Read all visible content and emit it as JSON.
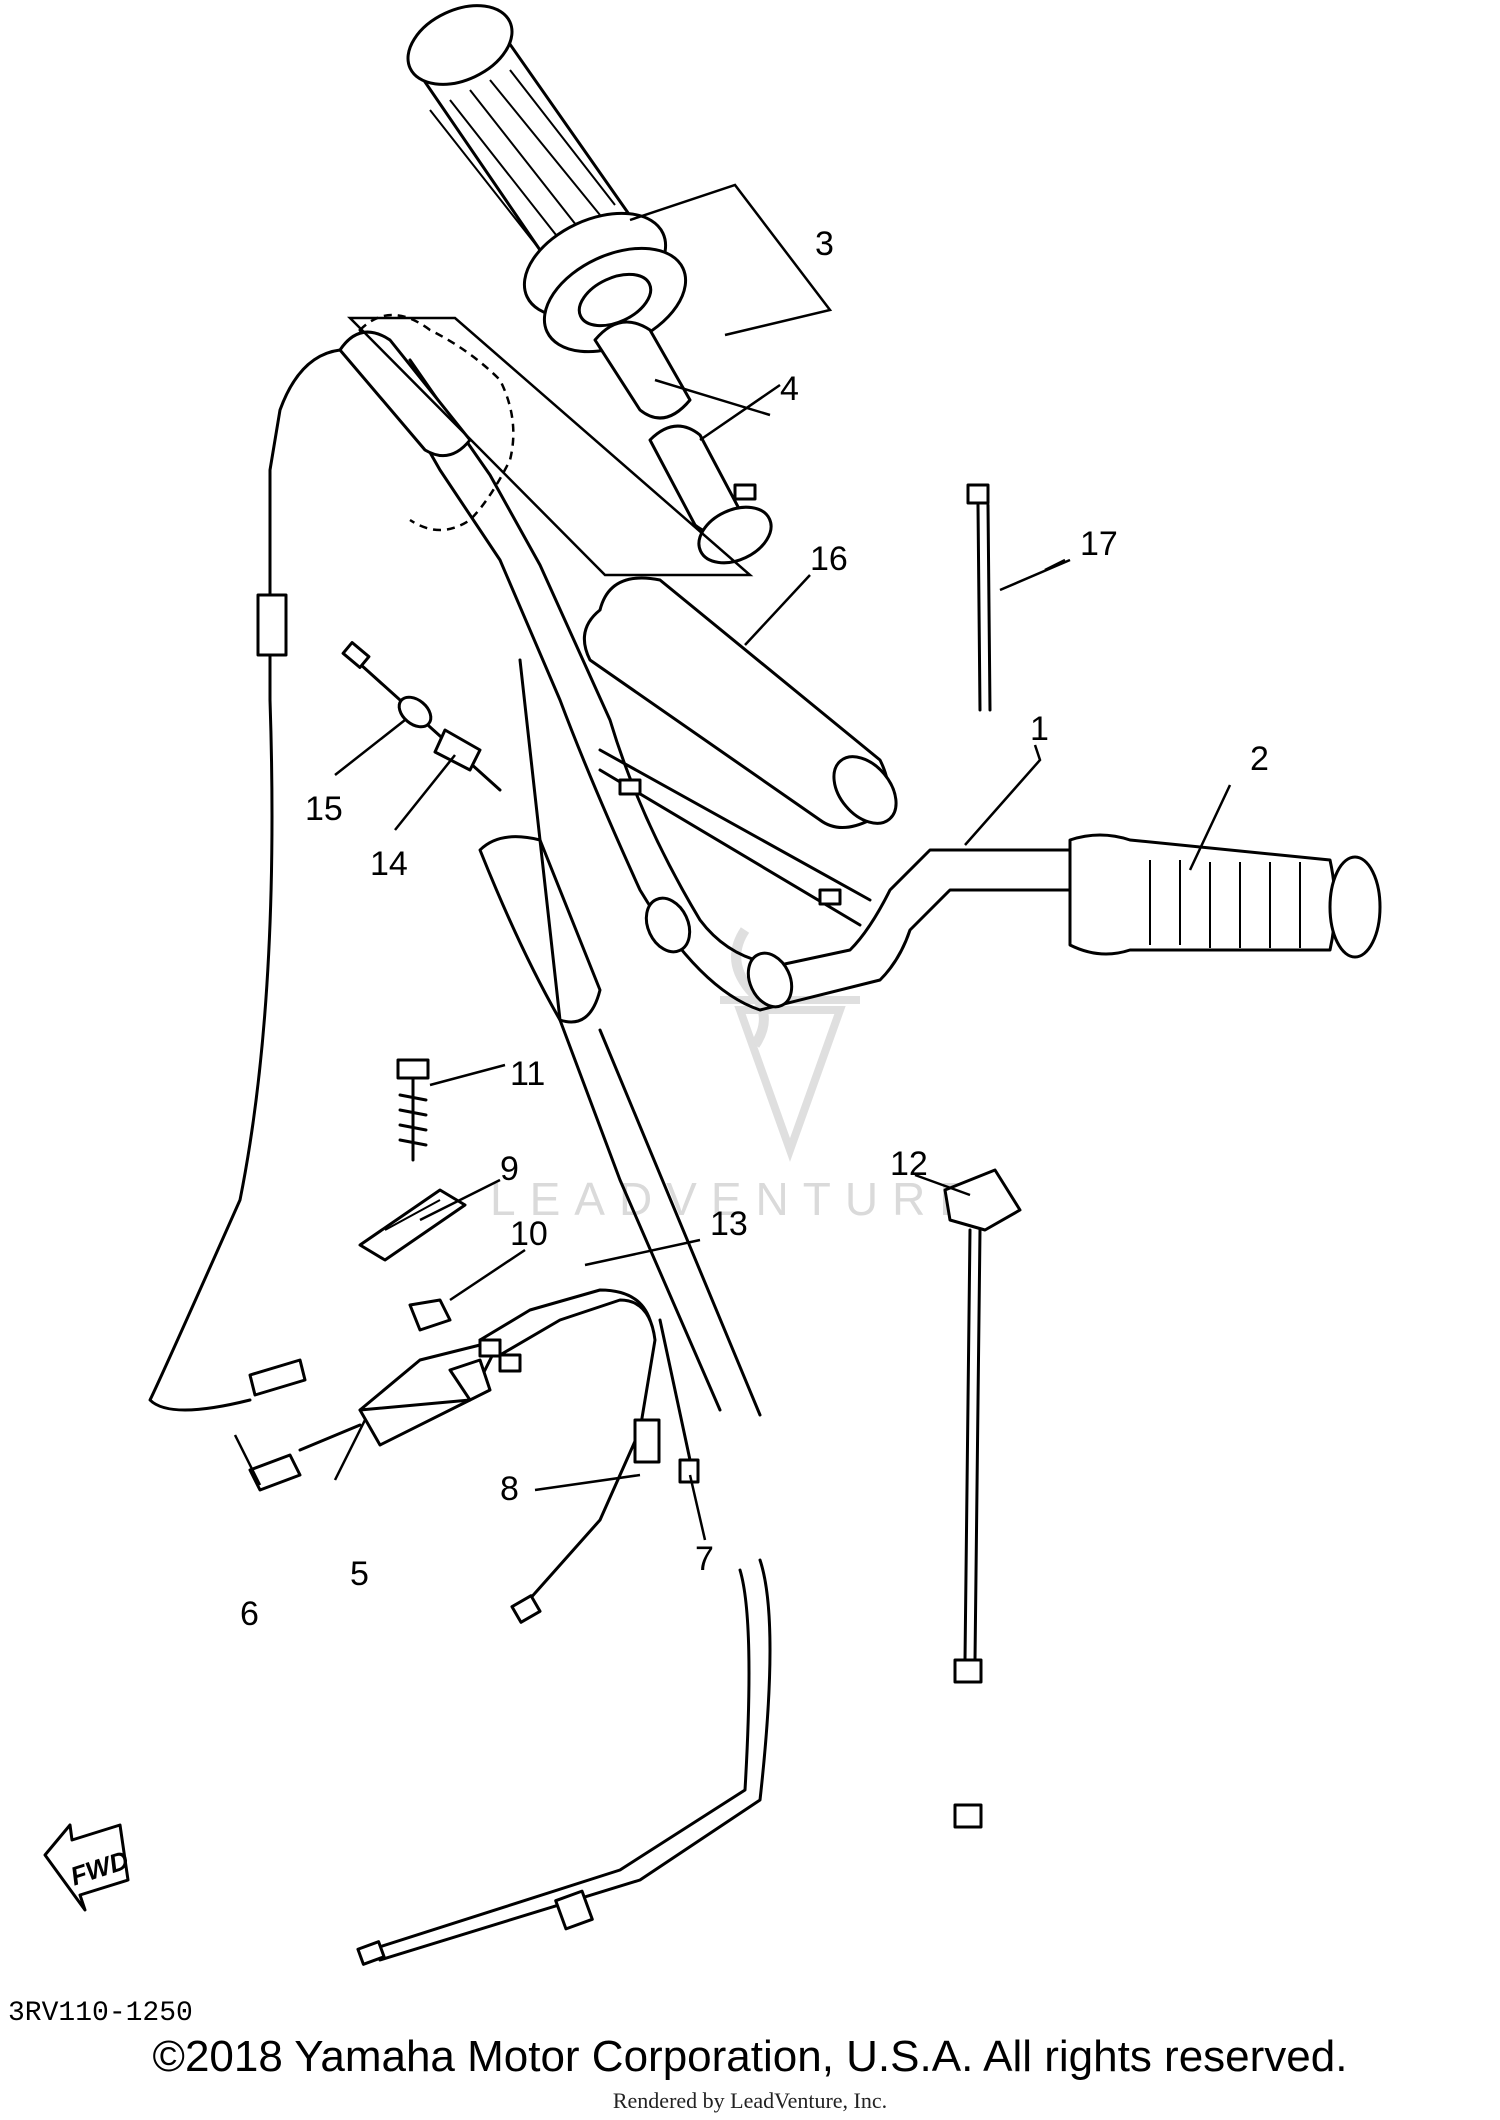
{
  "callouts": [
    {
      "id": "1",
      "label": "1"
    },
    {
      "id": "2",
      "label": "2"
    },
    {
      "id": "3",
      "label": "3"
    },
    {
      "id": "4",
      "label": "4"
    },
    {
      "id": "5",
      "label": "5"
    },
    {
      "id": "6",
      "label": "6"
    },
    {
      "id": "7",
      "label": "7"
    },
    {
      "id": "8",
      "label": "8"
    },
    {
      "id": "9",
      "label": "9"
    },
    {
      "id": "10",
      "label": "10"
    },
    {
      "id": "11",
      "label": "11"
    },
    {
      "id": "12",
      "label": "12"
    },
    {
      "id": "13",
      "label": "13"
    },
    {
      "id": "14",
      "label": "14"
    },
    {
      "id": "15",
      "label": "15"
    },
    {
      "id": "16",
      "label": "16"
    },
    {
      "id": "17",
      "label": "17"
    }
  ],
  "fwd_label": "FWD",
  "watermark": "LEADVENTURE",
  "doc_code": "3RV110-1250",
  "copyright": "©2018 Yamaha Motor Corporation, U.S.A. All rights reserved.",
  "rendered_by": "Rendered by LeadVenture, Inc."
}
